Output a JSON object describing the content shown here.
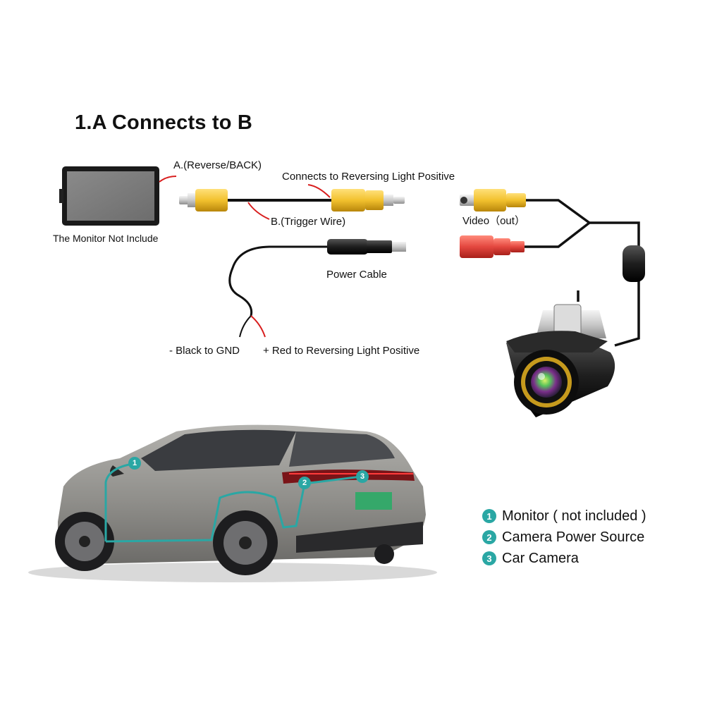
{
  "title": "1.A Connects to B",
  "labels": {
    "a_reverse": "A.(Reverse/BACK)",
    "b_trigger": "B.(Trigger Wire)",
    "connects_positive": "Connects to Reversing Light Positive",
    "monitor_not_included": "The Monitor Not Include",
    "video_out": "Video（out）",
    "power_cable": "Power Cable",
    "black_gnd": "- Black to GND",
    "red_positive": "+ Red to Reversing Light Positive"
  },
  "route_markers": [
    "1",
    "2",
    "3"
  ],
  "legend": [
    {
      "num": "1",
      "text": "Monitor ( not included )"
    },
    {
      "num": "2",
      "text": "Camera Power Source"
    },
    {
      "num": "3",
      "text": "Car Camera"
    }
  ],
  "colors": {
    "rca_yellow": "#f2c12e",
    "rca_red": "#e4473f",
    "route_teal": "#2aa7a4",
    "cable_black": "#111111",
    "lead_red": "#d81e1e",
    "plate_green": "#35a86a"
  }
}
